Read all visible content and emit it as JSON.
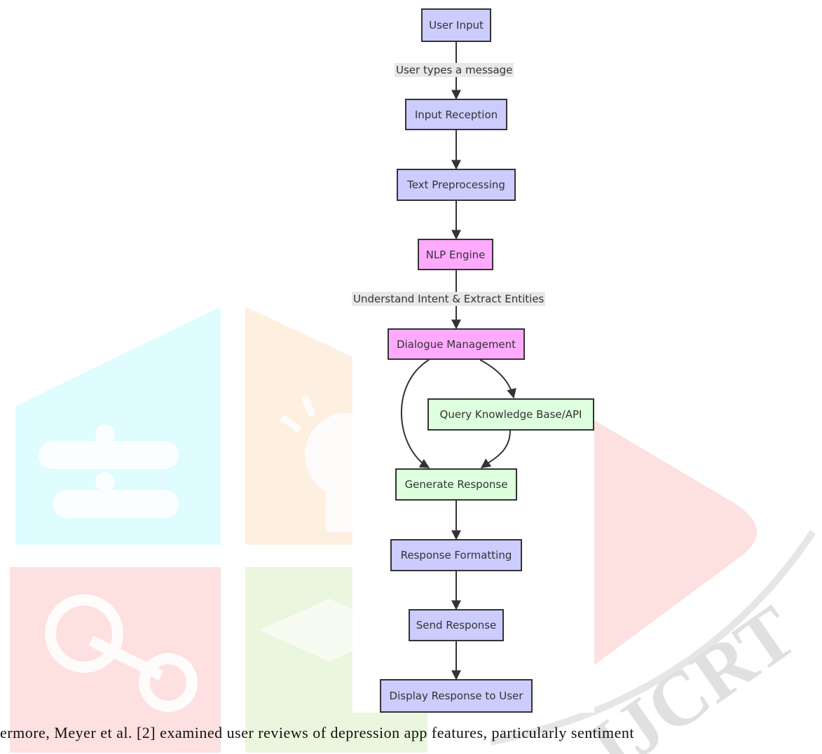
{
  "colors": {
    "process": "#ccccff",
    "nlp": "#ffaaff",
    "response": "#ddffdd",
    "edge": "#333333",
    "watermark_cyan": "#dffcff",
    "watermark_orange": "#fdf0e0",
    "watermark_red": "#fde0e0",
    "watermark_green": "#eaf6dd",
    "watermark_gray": "#e6e6e6"
  },
  "nodes": {
    "user_input": "User Input",
    "input_reception": "Input Reception",
    "text_preprocessing": "Text Preprocessing",
    "nlp_engine": "NLP Engine",
    "dialogue_management": "Dialogue Management",
    "query_knowledge": "Query Knowledge Base/API",
    "generate_response": "Generate Response",
    "response_formatting": "Response Formatting",
    "send_response": "Send Response",
    "display_response": "Display Response to User"
  },
  "edge_labels": {
    "user_types": "User types a message",
    "understand_intent": "Understand Intent & Extract Entities"
  },
  "watermark_text": "IJCRT",
  "body_text": "ermore, Meyer et al. [2] examined user reviews of depression app features, particularly sentiment"
}
